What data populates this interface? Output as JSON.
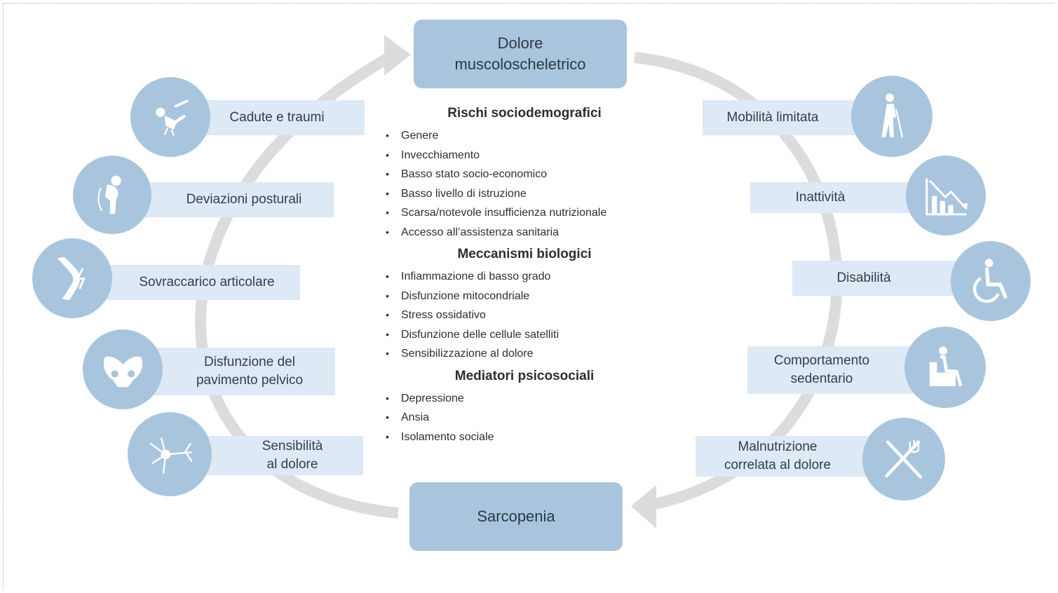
{
  "top_box": "Dolore\nmuscoloscheletrico",
  "bottom_box": "Sarcopenia",
  "left_factors": [
    {
      "label": "Cadute e traumi",
      "icon": "falling-person-icon"
    },
    {
      "label": "Deviazioni posturali",
      "icon": "bent-posture-icon"
    },
    {
      "label": "Sovraccarico articolare",
      "icon": "knee-joint-icon"
    },
    {
      "label": "Disfunzione del\npavimento pelvico",
      "icon": "pelvis-icon"
    },
    {
      "label": "Sensibilità\nal dolore",
      "icon": "neuron-icon"
    }
  ],
  "right_factors": [
    {
      "label": "Mobilità limitata",
      "icon": "walking-cane-icon"
    },
    {
      "label": "Inattività",
      "icon": "declining-chart-icon"
    },
    {
      "label": "Disabilità",
      "icon": "wheelchair-icon"
    },
    {
      "label": "Comportamento\nsedentario",
      "icon": "armchair-person-icon"
    },
    {
      "label": "Malnutrizione\ncorrelata al dolore",
      "icon": "fork-knife-icon"
    }
  ],
  "sections": [
    {
      "title": "Rischi sociodemografici",
      "items": [
        "Genere",
        "Invecchiamento",
        "Basso stato socio-economico",
        "Basso livello di istruzione",
        "Scarsa/notevole insufficienza nutrizionale",
        "Accesso all’assistenza sanitaria"
      ]
    },
    {
      "title": "Meccanismi biologici",
      "items": [
        "Infiammazione di basso grado",
        "Disfunzione mitocondriale",
        "Stress ossidativo",
        "Disfunzione delle cellule satelliti",
        "Sensibilizzazione al dolore"
      ]
    },
    {
      "title": "Mediatori psicosociali",
      "items": [
        "Depressione",
        "Ansia",
        "Isolamento sociale"
      ]
    }
  ],
  "colors": {
    "box_fill": "#a9c5de",
    "pill_fill": "#dde9f5",
    "cycle_arrow": "#dcdcdc"
  }
}
